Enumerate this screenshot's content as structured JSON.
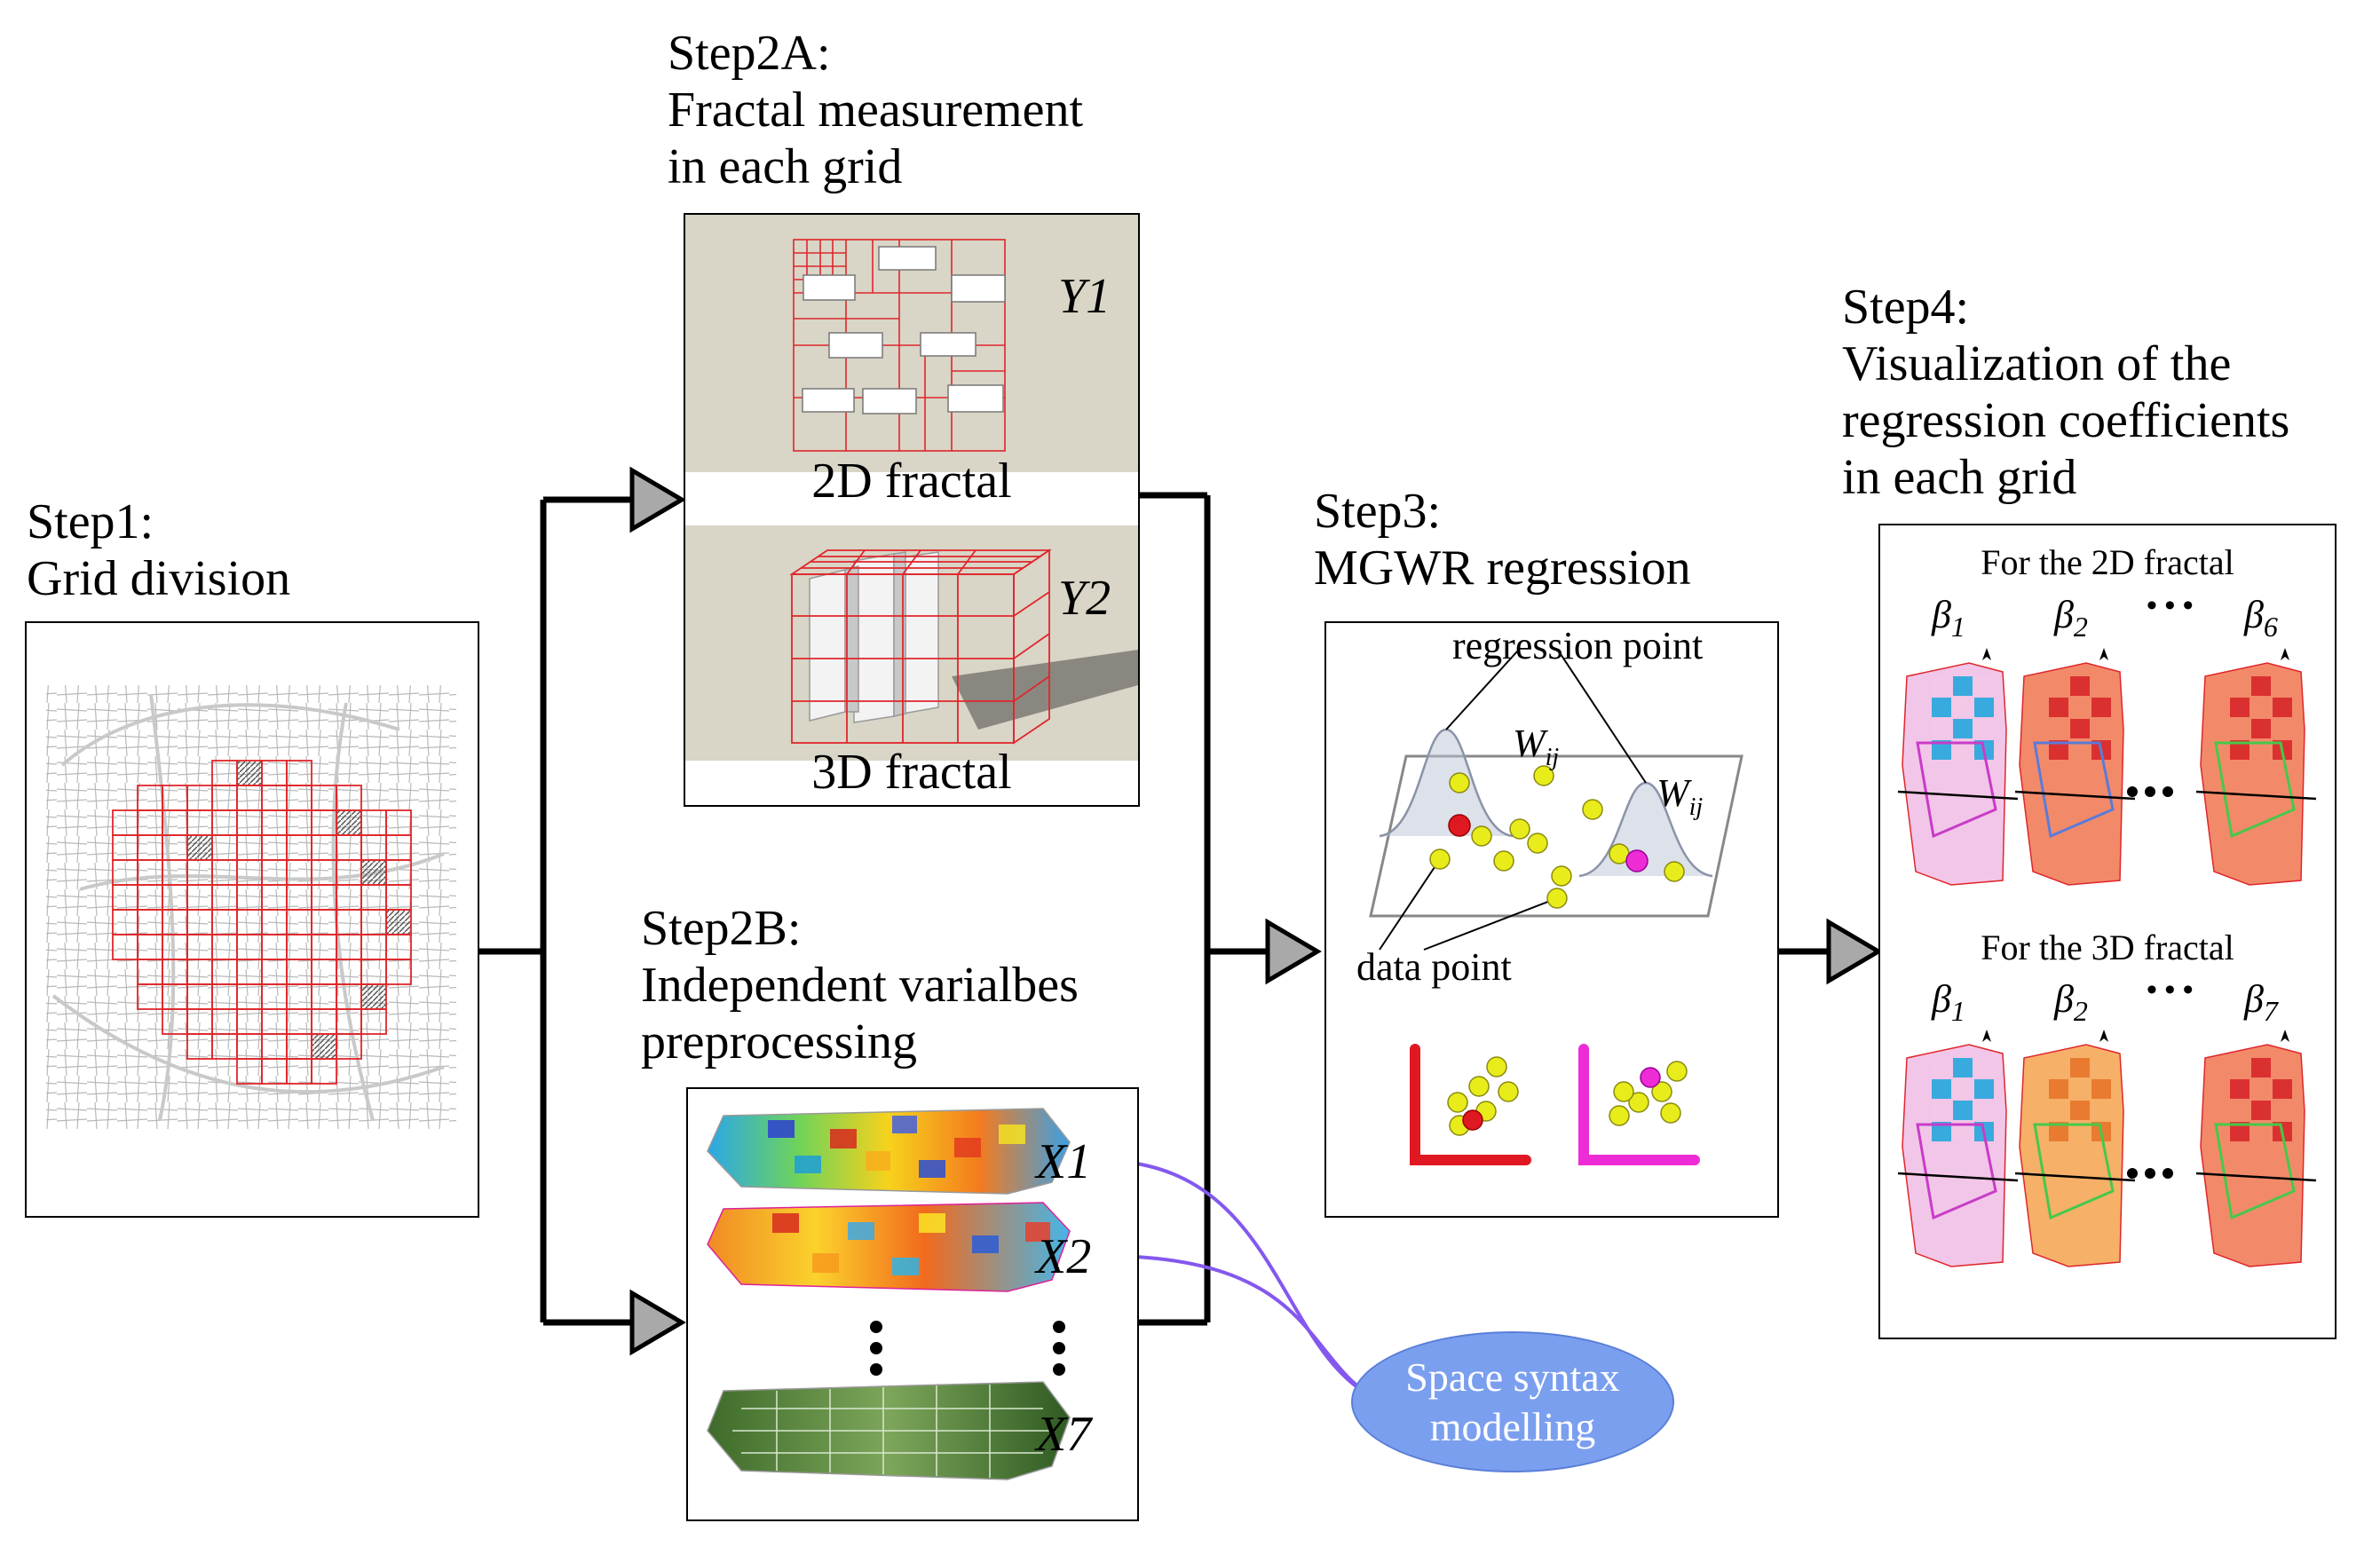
{
  "step1": {
    "title_line1": "Step1:",
    "title_line2": "Grid division"
  },
  "step2a": {
    "title_line1": "Step2A:",
    "title_line2": "Fractal measurement",
    "title_line3": "in each grid",
    "var_2d": "Y1",
    "caption_2d": "2D fractal",
    "var_3d": "Y2",
    "caption_3d": "3D fractal"
  },
  "step2b": {
    "title_line1": "Step2B:",
    "title_line2": "Independent varialbes",
    "title_line3": "preprocessing",
    "var_x1": "X1",
    "var_x2": "X2",
    "var_x7": "X7"
  },
  "space_syntax": {
    "line1": "Space syntax",
    "line2": "modelling"
  },
  "step3": {
    "title_line1": "Step3:",
    "title_line2": "MGWR regression",
    "regression_point": "regression point",
    "data_point": "data point",
    "weight_symbol": "W",
    "weight_subscript": "ij"
  },
  "step4": {
    "title_line1": "Step4:",
    "title_line2": "Visualization of the",
    "title_line3": "regression coefficients",
    "title_line4": "in each grid",
    "panel_2d_title": "For the 2D fractal",
    "panel_3d_title": "For the 3D fractal",
    "beta_symbol": "β",
    "beta_2d_subscripts": [
      "1",
      "2",
      "6"
    ],
    "beta_3d_subscripts": [
      "1",
      "2",
      "7"
    ],
    "ellipsis": "• • •"
  },
  "colors": {
    "grid_red": "#e0262b",
    "arrow_gray": "#a9a9a9",
    "connector_black": "#000000",
    "beige": "#d9d5c7",
    "ellipse_fill": "#7b9fef",
    "ellipse_text": "#ffffff",
    "curve_purple": "#8458ee",
    "point_yellow": "#e8ec1a",
    "point_red": "#e01822",
    "point_magenta": "#ee2cd6"
  }
}
